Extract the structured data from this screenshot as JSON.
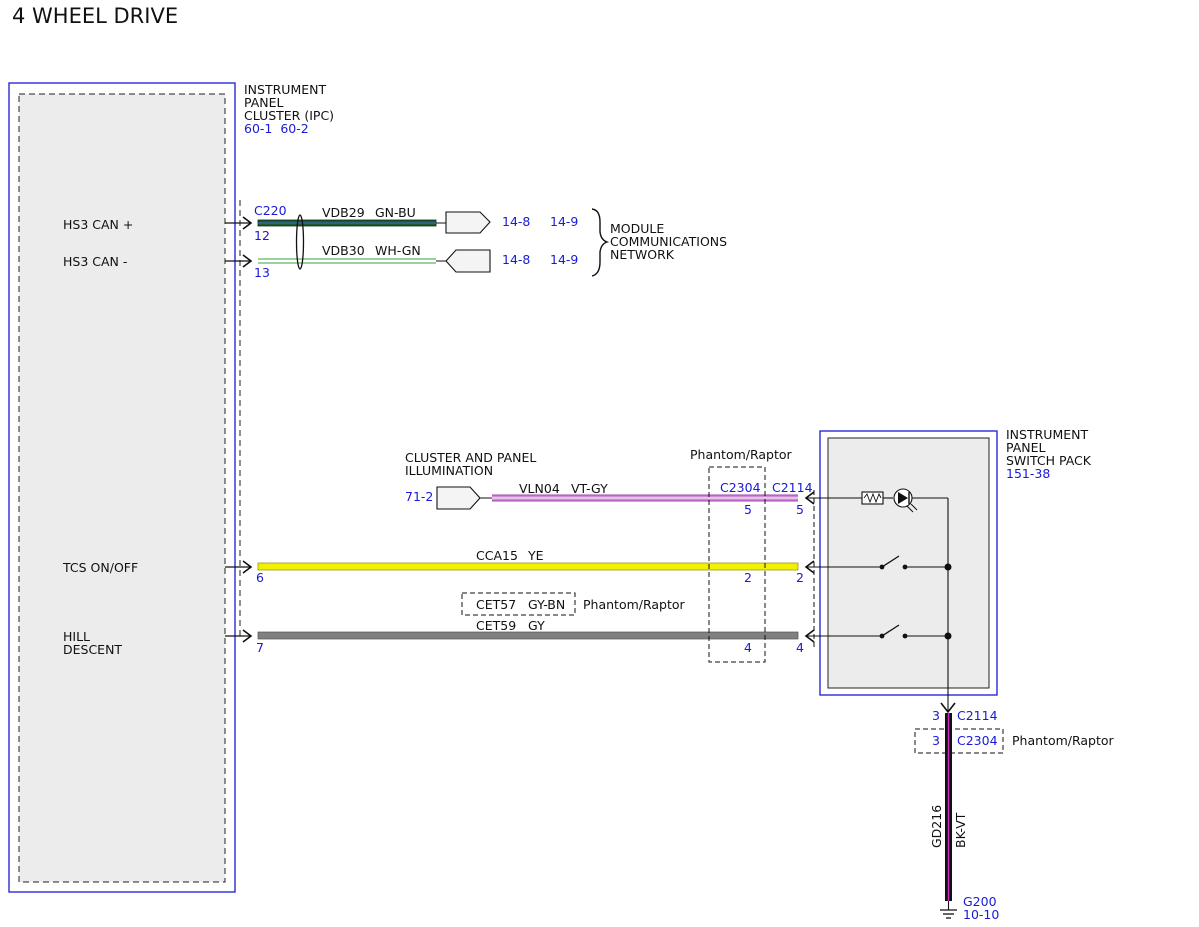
{
  "title": "4 WHEEL DRIVE",
  "colors": {
    "blue": "#1a1ad6",
    "gn_bu": "#1d5a2e",
    "wh_gn": "#3aa040",
    "vt_gy": "#c060c8",
    "ye": "#f2f200",
    "gy": "#808080",
    "bk_vt": "#111111"
  },
  "ipc": {
    "name_lines": [
      "INSTRUMENT",
      "PANEL",
      "CLUSTER (IPC)"
    ],
    "refs": "60-1  60-2",
    "pins": {
      "hs3_can_plus": "HS3 CAN +",
      "hs3_can_minus": "HS3 CAN -",
      "tcs": "TCS ON/OFF",
      "hill_line1": "HILL",
      "hill_line2": "DESCENT"
    }
  },
  "can_bus": {
    "connector": "C220",
    "pin_plus": "12",
    "pin_minus": "13",
    "wire_plus": "VDB29",
    "color_plus": "GN-BU",
    "wire_minus": "VDB30",
    "color_minus": "WH-GN",
    "ref_a": "14-8",
    "ref_b": "14-9",
    "network_lines": [
      "MODULE",
      "COMMUNICATIONS",
      "NETWORK"
    ]
  },
  "illumination": {
    "label_lines": [
      "CLUSTER AND PANEL",
      "ILLUMINATION"
    ],
    "ref": "71-2",
    "wire": "VLN04",
    "color": "VT-GY"
  },
  "phantom": {
    "label": "Phantom/Raptor",
    "connector": "C2304",
    "pins": [
      "5",
      "2",
      "4"
    ]
  },
  "tcs_wire": {
    "pin": "6",
    "wire": "CCA15",
    "color": "YE"
  },
  "hill_wire": {
    "pin": "7",
    "wire": "CET59",
    "color": "GY",
    "alt_wire": "CET57",
    "alt_color": "GY-BN",
    "alt_label": "Phantom/Raptor"
  },
  "switch_pack": {
    "name_lines": [
      "INSTRUMENT",
      "PANEL",
      "SWITCH PACK"
    ],
    "ref": "151-38",
    "connector": "C2114",
    "pins": [
      "5",
      "2",
      "4"
    ]
  },
  "ground": {
    "pin": "3",
    "connector_main": "C2114",
    "connector_alt": "C2304",
    "alt_label": "Phantom/Raptor",
    "wire": "GD216",
    "color": "BK-VT",
    "ground_name": "G200",
    "ground_ref": "10-10"
  }
}
